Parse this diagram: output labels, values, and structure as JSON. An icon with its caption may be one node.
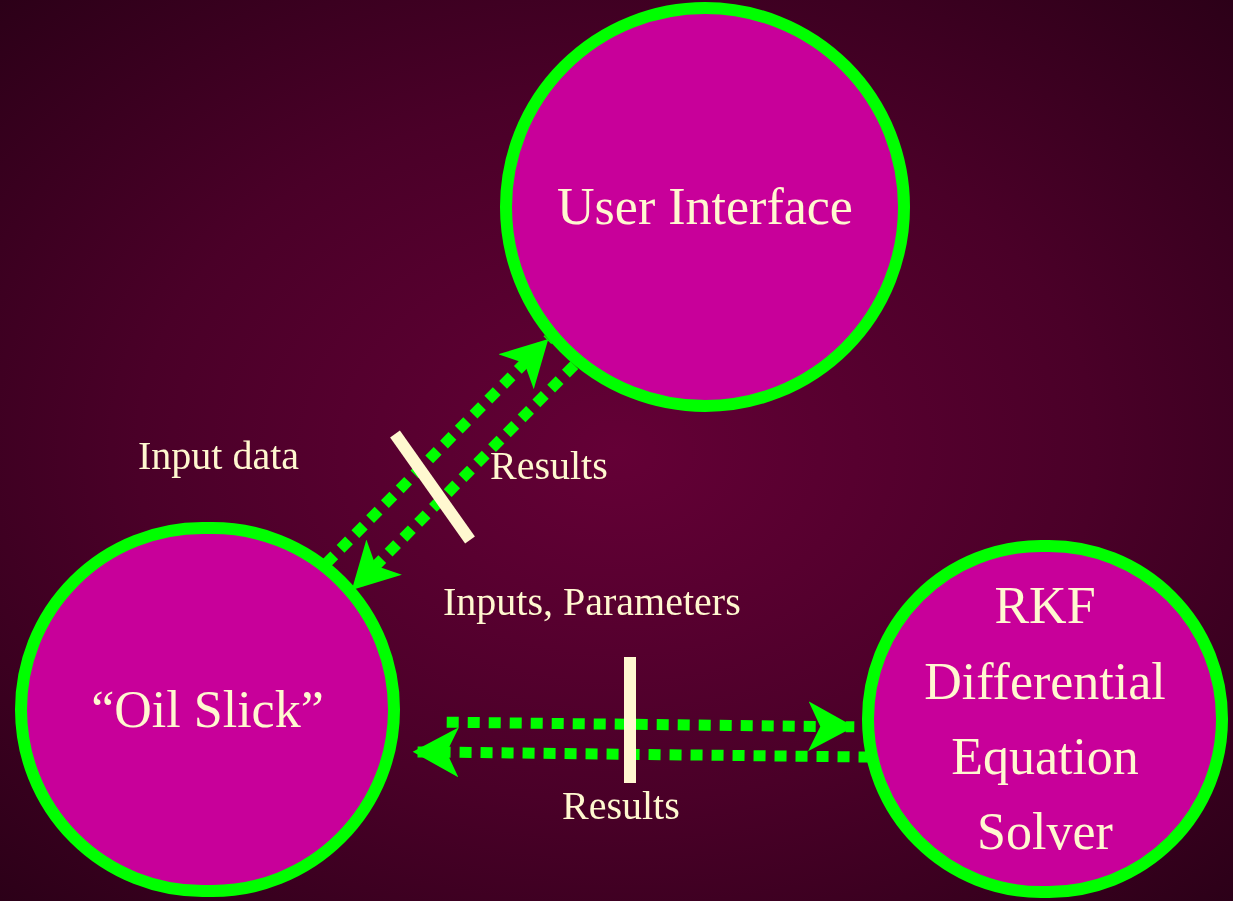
{
  "diagram": {
    "nodes": [
      {
        "text": [
          "User Interface"
        ]
      },
      {
        "text": [
          "“Oil Slick”"
        ]
      },
      {
        "text": [
          "RKF Differential Equation Solver"
        ]
      }
    ],
    "edges": [
      {
        "from": 1,
        "to": 0,
        "arrow": "to",
        "label": "Input data",
        "style": "dashed"
      },
      {
        "from": 0,
        "to": 1,
        "arrow": "to",
        "label": "Results",
        "style": "dashed"
      },
      {
        "from": 1,
        "to": 2,
        "arrow": "to",
        "label": "Inputs, Parameters",
        "style": "dashed"
      },
      {
        "from": 2,
        "to": 1,
        "arrow": "to",
        "label": "Results",
        "style": "dashed"
      }
    ]
  }
}
